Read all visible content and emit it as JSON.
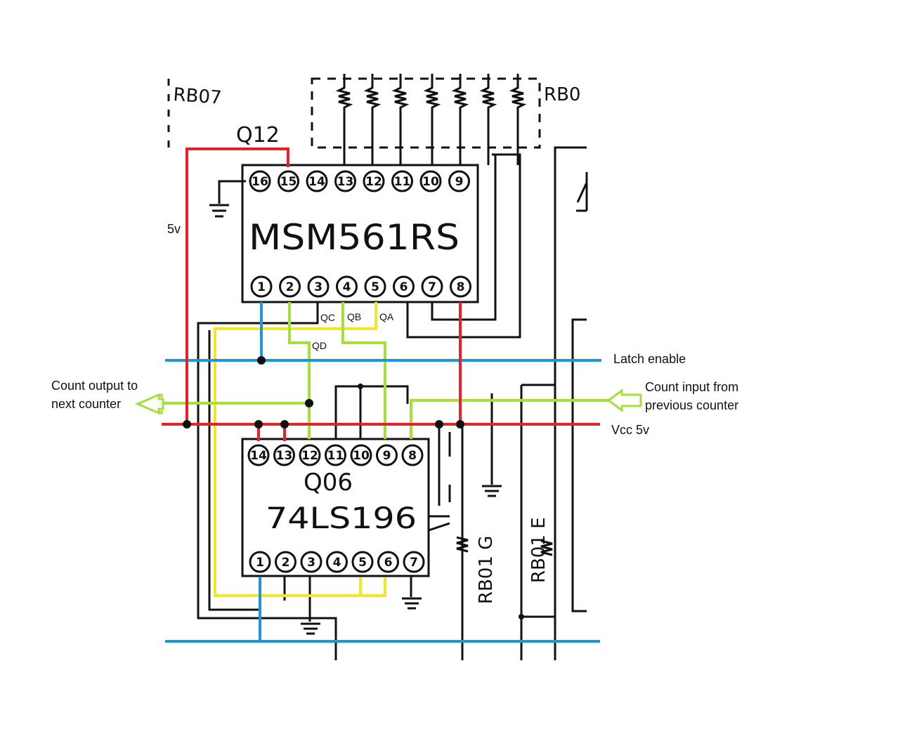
{
  "colors": {
    "vcc": "#e8202a",
    "latch": "#1e96d8",
    "count": "#a6df3a",
    "data": "#f2e626",
    "ink": "#111111"
  },
  "schematic": {
    "ref_left": "RB07",
    "ref_right": "RB0",
    "q12_label": "Q12",
    "upper_chip_name": "MSM561RS",
    "upper_chip_top_pins": [
      "16",
      "15",
      "14",
      "13",
      "12",
      "11",
      "10",
      "9"
    ],
    "upper_chip_bottom_pins": [
      "1",
      "2",
      "3",
      "4",
      "5",
      "6",
      "7",
      "8"
    ],
    "q06_label": "Q06",
    "lower_chip_name": "74LS196",
    "lower_chip_top_pins": [
      "14",
      "13",
      "12",
      "11",
      "10",
      "9",
      "8"
    ],
    "lower_chip_bottom_pins": [
      "1",
      "2",
      "3",
      "4",
      "5",
      "6",
      "7"
    ],
    "rb01_g": "RB01 G",
    "rb01_e": "RB01 E"
  },
  "annotations": {
    "five_v": "5v",
    "qc": "QC",
    "qb": "QB",
    "qa": "QA",
    "qd": "QD",
    "latch_enable": "Latch enable",
    "count_out_line1": "Count output to",
    "count_out_line2": "next counter",
    "count_in_line1": "Count input from",
    "count_in_line2": "previous counter",
    "vcc": "Vcc 5v"
  }
}
